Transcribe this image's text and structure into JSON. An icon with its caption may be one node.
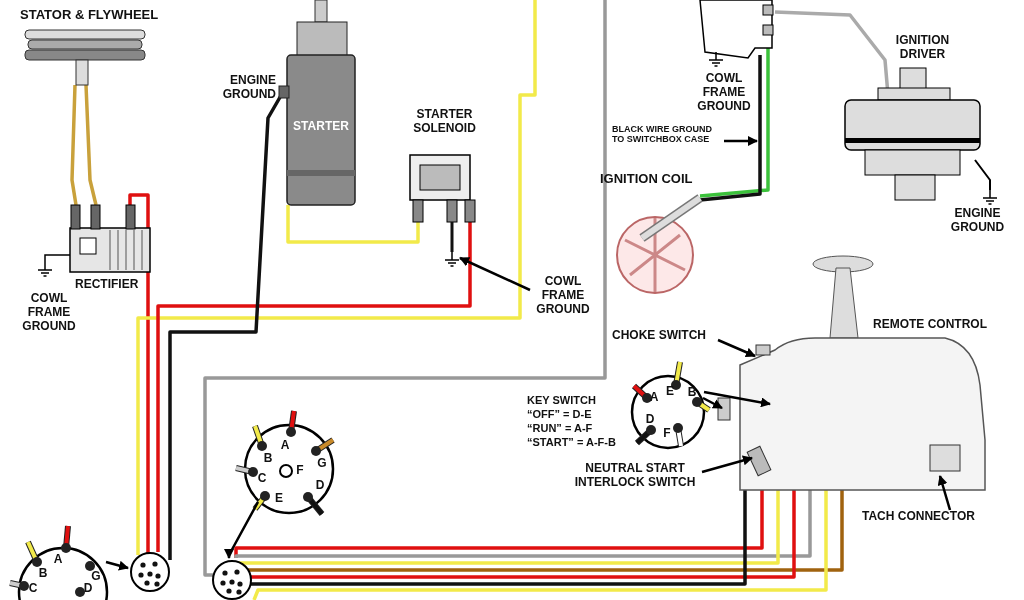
{
  "diagram": {
    "nodes": [
      {
        "text": [
          "STATOR & FLYWHEEL"
        ]
      },
      {
        "text": [
          "RECTIFIER"
        ],
        "beside": [
          "COWL FRAME GROUND"
        ]
      },
      {
        "text": [
          "STARTER"
        ],
        "beside": [
          "ENGINE GROUND"
        ]
      },
      {
        "text": [
          "STARTER SOLENOID"
        ]
      },
      {
        "text": [],
        "shape": "box",
        "beside": [
          "COWL FRAME GROUND"
        ]
      },
      {
        "text": [
          "IGNITION COIL"
        ]
      },
      {
        "text": [
          "IGNITION DRIVER"
        ],
        "beside": [
          "ENGINE GROUND"
        ]
      },
      {
        "text": [
          "BLACK WIRE GROUND TO SWITCHBOX CASE"
        ]
      },
      {
        "text": [
          "COWL FRAME GROUND"
        ]
      },
      {
        "text": [
          "REMOTE CONTROL"
        ]
      },
      {
        "text": [
          "CHOKE SWITCH"
        ]
      },
      {
        "text": [
          "A",
          "E",
          "B",
          "D",
          "F"
        ],
        "beside": [
          "KEY SWITCH",
          "“OFF” = D-E",
          "“RUN” = A-F",
          "“START” = A-F-B"
        ]
      },
      {
        "text": [
          "NEUTRAL START INTERLOCK SWITCH"
        ]
      },
      {
        "text": [
          "TACH CONNECTOR"
        ]
      },
      {
        "text": [
          "A",
          "B",
          "G",
          "F",
          "C",
          "D",
          "E"
        ]
      },
      {
        "text": [
          "A",
          "B",
          "G",
          "C",
          "D"
        ]
      },
      {
        "text": [],
        "shape": "circle"
      },
      {
        "text": [],
        "shape": "circle"
      }
    ],
    "edges": [
      {
        "from": 7,
        "to": null,
        "arrow": "to"
      },
      {
        "from": 8,
        "to": 3,
        "arrow": "to"
      },
      {
        "from": 10,
        "to": 9,
        "arrow": "to"
      },
      {
        "from": 11,
        "to": 9,
        "arrow": "to"
      },
      {
        "from": 11,
        "to": 9,
        "arrow": "to"
      },
      {
        "from": 12,
        "to": 9,
        "arrow": "to"
      },
      {
        "from": 13,
        "to": 9,
        "arrow": "to"
      },
      {
        "from": 14,
        "to": 17,
        "arrow": "to"
      },
      {
        "from": 15,
        "to": 16,
        "arrow": "to"
      },
      {
        "from": 0,
        "to": 1,
        "arrow": "none",
        "color": "#c9a13b"
      },
      {
        "from": 0,
        "to": 1,
        "arrow": "none",
        "color": "#c9a13b"
      },
      {
        "from": 1,
        "to": 16,
        "arrow": "none",
        "color": "#e01010"
      },
      {
        "from": 16,
        "to": null,
        "arrow": "none",
        "color": "#f2ea4a"
      },
      {
        "from": 3,
        "to": 16,
        "arrow": "none",
        "color": "#e01010"
      },
      {
        "from": 2,
        "to": 16,
        "arrow": "none",
        "color": "#111111"
      },
      {
        "from": 17,
        "to": null,
        "arrow": "none",
        "color": "#999999"
      },
      {
        "from": 2,
        "to": 3,
        "arrow": "none",
        "color": "#f2ea4a"
      },
      {
        "from": 4,
        "to": 5,
        "arrow": "none",
        "color": "#3cc23c"
      },
      {
        "from": 4,
        "to": 5,
        "arrow": "none",
        "color": "#111111"
      },
      {
        "from": 4,
        "to": 6,
        "arrow": "none",
        "color": "#aaaaaa"
      },
      {
        "from": 17,
        "to": 9,
        "arrow": "none",
        "color": "#e01010"
      },
      {
        "from": 17,
        "to": 9,
        "arrow": "none",
        "color": "#999999"
      },
      {
        "from": 17,
        "to": 9,
        "arrow": "none",
        "color": "#f2ea4a"
      },
      {
        "from": 17,
        "to": 9,
        "arrow": "none",
        "color": "#a0620e"
      },
      {
        "from": 17,
        "to": 9,
        "arrow": "none",
        "color": "#e01010"
      },
      {
        "from": 17,
        "to": 9,
        "arrow": "none",
        "color": "#111111"
      },
      {
        "from": 17,
        "to": 9,
        "arrow": "none",
        "color": "#f2ea4a"
      }
    ]
  }
}
